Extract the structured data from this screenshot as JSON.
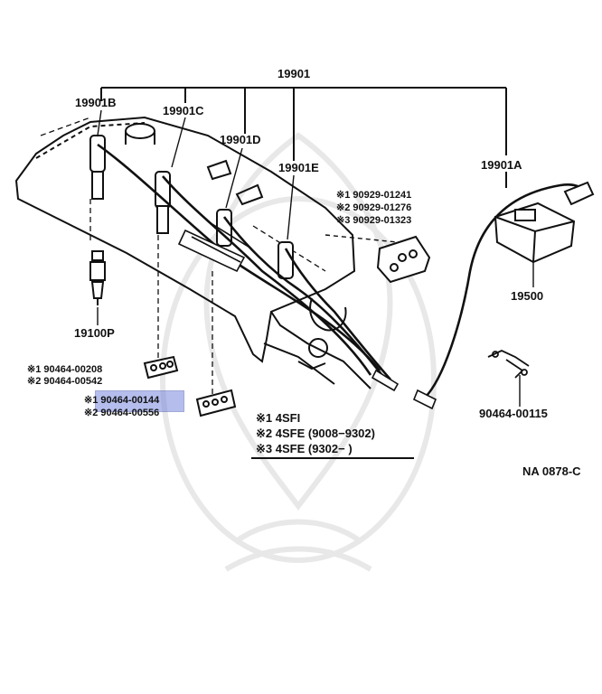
{
  "labels": {
    "p19901": "19901",
    "p19901B": "19901B",
    "p19901C": "19901C",
    "p19901D": "19901D",
    "p19901E": "19901E",
    "p19901A": "19901A",
    "p19500": "19500",
    "p19100P": "19100P",
    "p90464_00115": "90464-00115",
    "diagram_code": "NA 0878-C"
  },
  "options": {
    "ref1": "※1 90929-01241",
    "ref2": "※2 90929-01276",
    "ref3": "※3 90929-01323",
    "clampA1": "※1 90464-00208",
    "clampA2": "※2 90464-00542",
    "clampB1": "※1 90464-00144",
    "clampB2": "※2 90464-00556"
  },
  "legend": [
    {
      "mark": "※1",
      "text": "4SFI"
    },
    {
      "mark": "※2",
      "text": "4SFE (9008−9302)"
    },
    {
      "mark": "※3",
      "text": "4SFE (9302−        )"
    }
  ],
  "colors": {
    "ink": "#111111",
    "highlight": "#5b6fd6",
    "watermark": "#e6e6e6"
  }
}
